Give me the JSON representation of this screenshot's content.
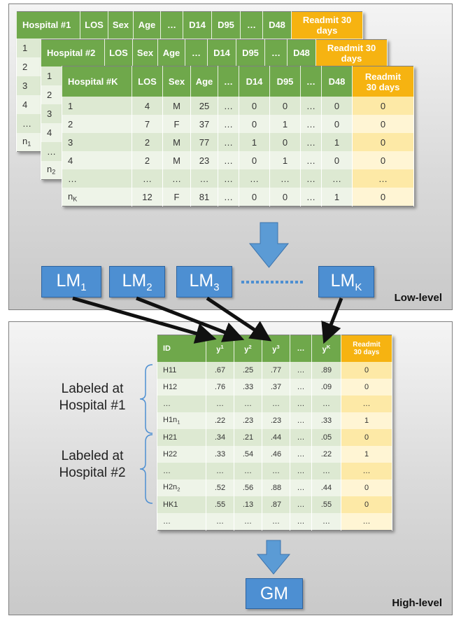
{
  "table1": {
    "headers": [
      "Hospital #1",
      "LOS",
      "Sex",
      "Age",
      "…",
      "D14",
      "D95",
      "…",
      "D48",
      "Readmit 30 days"
    ],
    "row_ids": [
      "1",
      "2",
      "3",
      "4",
      "…"
    ],
    "last_row_base": "n",
    "last_row_sub": "1"
  },
  "table2": {
    "headers": [
      "Hospital #2",
      "LOS",
      "Sex",
      "Age",
      "…",
      "D14",
      "D95",
      "…",
      "D48",
      "Readmit 30 days"
    ],
    "row_ids": [
      "1",
      "2",
      "3",
      "4",
      "…"
    ],
    "last_row_base": "n",
    "last_row_sub": "2"
  },
  "tableK": {
    "headers": [
      "Hospital #K",
      "LOS",
      "Sex",
      "Age",
      "…",
      "D14",
      "D95",
      "…",
      "D48",
      "Readmit 30 days"
    ],
    "rows": [
      [
        "1",
        "4",
        "M",
        "25",
        "…",
        "0",
        "0",
        "…",
        "0",
        "0"
      ],
      [
        "2",
        "7",
        "F",
        "37",
        "…",
        "0",
        "1",
        "…",
        "0",
        "0"
      ],
      [
        "3",
        "2",
        "M",
        "77",
        "…",
        "1",
        "0",
        "…",
        "1",
        "0"
      ],
      [
        "4",
        "2",
        "M",
        "23",
        "…",
        "0",
        "1",
        "…",
        "0",
        "0"
      ],
      [
        "…",
        "…",
        "…",
        "…",
        "…",
        "…",
        "…",
        "…",
        "…",
        "…"
      ],
      [
        "n",
        "12",
        "F",
        "81",
        "…",
        "0",
        "0",
        "…",
        "1",
        "0"
      ]
    ],
    "last_row_sub": "K"
  },
  "local_models": [
    {
      "base": "LM",
      "sub": "1"
    },
    {
      "base": "LM",
      "sub": "2"
    },
    {
      "base": "LM",
      "sub": "3"
    },
    {
      "base": "LM",
      "sub": "K"
    }
  ],
  "low_level_label": "Low-level",
  "high_level_label": "High-level",
  "global_model_label": "GM",
  "meta_table": {
    "headers": [
      "ID",
      "y",
      "y",
      "y",
      "…",
      "y",
      "Readmit 30 days"
    ],
    "header_sups": [
      "",
      "1",
      "2",
      "3",
      "",
      "K",
      ""
    ],
    "rows": [
      {
        "id": "H11",
        "sub": "",
        "vals": [
          ".67",
          ".25",
          ".77",
          "…",
          ".89",
          "0"
        ]
      },
      {
        "id": "H12",
        "sub": "",
        "vals": [
          ".76",
          ".33",
          ".37",
          "…",
          ".09",
          "0"
        ]
      },
      {
        "id": "…",
        "sub": "",
        "vals": [
          "…",
          "…",
          "…",
          "…",
          "…",
          "…"
        ]
      },
      {
        "id": "H1n",
        "sub": "1",
        "vals": [
          ".22",
          ".23",
          ".23",
          "…",
          ".33",
          "1"
        ]
      },
      {
        "id": "H21",
        "sub": "",
        "vals": [
          ".34",
          ".21",
          ".44",
          "…",
          ".05",
          "0"
        ]
      },
      {
        "id": "H22",
        "sub": "",
        "vals": [
          ".33",
          ".54",
          ".46",
          "…",
          ".22",
          "1"
        ]
      },
      {
        "id": "…",
        "sub": "",
        "vals": [
          "…",
          "…",
          "…",
          "…",
          "…",
          "…"
        ]
      },
      {
        "id": "H2n",
        "sub": "2",
        "vals": [
          ".52",
          ".56",
          ".88",
          "…",
          ".44",
          "0"
        ]
      },
      {
        "id": "HK1",
        "sub": "",
        "vals": [
          ".55",
          ".13",
          ".87",
          "…",
          ".55",
          "0"
        ]
      },
      {
        "id": "…",
        "sub": "",
        "vals": [
          "…",
          "…",
          "…",
          "…",
          "…",
          "…"
        ]
      }
    ]
  },
  "group_labels": [
    "Labeled at Hospital #1",
    "Labeled at Hospital #2"
  ],
  "colors": {
    "header_green": "#6fa84b",
    "header_gold": "#f6b311",
    "row_green_dark": "#dde9d2",
    "row_green_light": "#eef4e8",
    "row_gold_dark": "#fde9a6",
    "row_gold_light": "#fff5d4",
    "model_blue": "#4d8fd2",
    "arrow_blue": "#5b9bd5"
  }
}
